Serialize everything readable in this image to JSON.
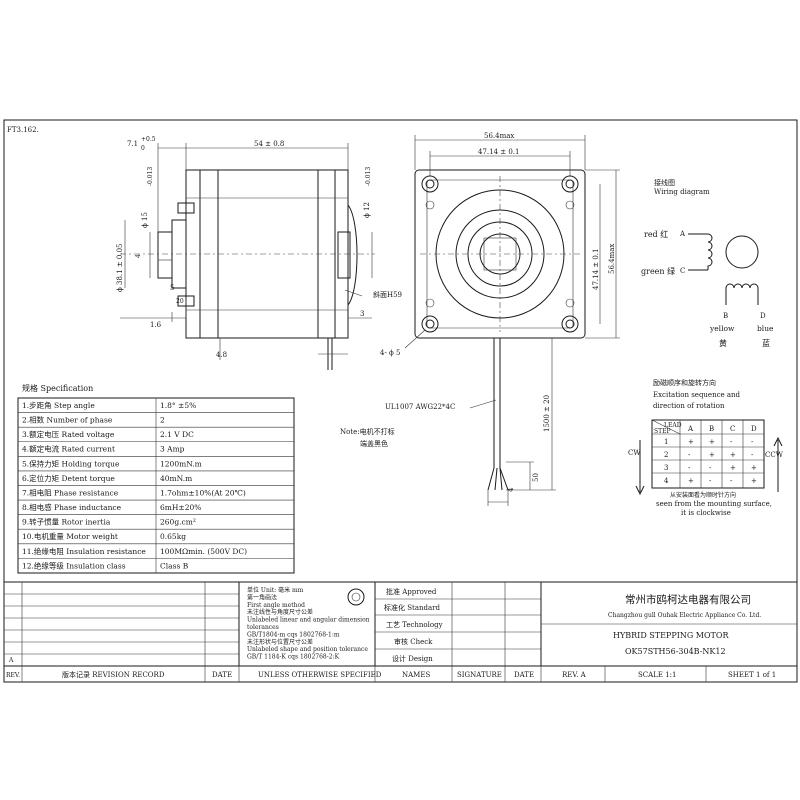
{
  "drawing_id": "FT3.162.",
  "side_view": {
    "dim_flange_thickness": "7.1",
    "dim_flange_tol_upper": "+0.5",
    "dim_flange_tol_lower": "0",
    "dim_body_length": "54 ± 0.8",
    "dim_shaft_dia": "ϕ 15",
    "dim_shaft_dia_tol": "-0.013",
    "dim_boss_dia": "ϕ 38.1 ± 0.05",
    "dim_boss_height": "1.6",
    "dim_key_h": "5",
    "dim_key_w": "4",
    "dim_flat_len": "20",
    "dim_lead_offset": "4.8",
    "dim_shaft_end_dia": "ϕ 12",
    "dim_shaft_end_tol": "-0.013",
    "dim_hole_len": "3",
    "keyway_note": "斜面H59"
  },
  "front_view": {
    "dim_overall": "56.4max",
    "dim_hole_spacing": "47.14 ± 0.1",
    "dim_hole_spacing_v": "47.14 ± 0.1",
    "dim_overall_v": "56.4max",
    "dim_mount_holes": "4- ϕ 5",
    "lead_wire_spec": "UL1007  AWG22*4C",
    "marking_note_1": "Note:电机不打标",
    "marking_note_2": "端盖黑色",
    "dim_lead_length": "1500 ± 20",
    "dim_strip_len": "50",
    "dim_strip_end": "4"
  },
  "wiring": {
    "title_cn": "接线图",
    "title_en": "Wiring diagram",
    "red_label": "red 红",
    "red_terminal": "A",
    "green_label": "green 绿",
    "green_terminal": "C",
    "yellow_terminal": "B",
    "blue_terminal": "D",
    "yellow_en": "yellow",
    "blue_en": "blue",
    "yellow_cn": "黄",
    "blue_cn": "蓝"
  },
  "excitation": {
    "title_cn": "励磁顺序和旋转方向",
    "title_en_1": "Excitation sequence and",
    "title_en_2": "direction of rotation",
    "header_lead": "LEAD",
    "header_step": "STEP",
    "columns": [
      "A",
      "B",
      "C",
      "D"
    ],
    "rows": [
      {
        "step": "1",
        "cells": [
          "+",
          "+",
          "-",
          "-"
        ]
      },
      {
        "step": "2",
        "cells": [
          "-",
          "+",
          "+",
          "-"
        ]
      },
      {
        "step": "3",
        "cells": [
          "-",
          "-",
          "+",
          "+"
        ]
      },
      {
        "step": "4",
        "cells": [
          "+",
          "-",
          "-",
          "+"
        ]
      }
    ],
    "cw_label": "CW",
    "ccw_label": "CCW",
    "note_cn": "从安装面看为顺时针方向",
    "note_en_1": "seen from the mounting surface,",
    "note_en_2": "it is clockwise"
  },
  "spec_table": {
    "title": "规格 Specification",
    "rows": [
      {
        "param": "1.步距角 Step angle",
        "value": "1.8° ±5%"
      },
      {
        "param": "2.相数 Number of phase",
        "value": "2"
      },
      {
        "param": "3.额定电压 Rated voltage",
        "value": "2.1 V DC"
      },
      {
        "param": "4.额定电流 Rated current",
        "value": "3 Amp"
      },
      {
        "param": "5.保持力矩 Holding torque",
        "value": "1200mN.m"
      },
      {
        "param": "6.定位力矩 Detent torque",
        "value": "40mN.m"
      },
      {
        "param": "7.相电阻 Phase resistance",
        "value": "1.7ohm±10%(At 20℃)"
      },
      {
        "param": "8.相电感 Phase inductance",
        "value": "6mH±20%"
      },
      {
        "param": "9.转子惯量 Rotor inertia",
        "value": "260g.cm²"
      },
      {
        "param": "10.电机重量 Motor weight",
        "value": "0.65kg"
      },
      {
        "param": "11.绝缘电阻 Insulation resistance",
        "value": "100MΩmin. (500V DC)"
      },
      {
        "param": "12.绝缘等级 Insulation class",
        "value": "Class B"
      }
    ]
  },
  "title_block": {
    "rev_a": "A",
    "unit_note_lines": [
      "单位 Unit: 毫米 mm",
      "第一角画法",
      "First angle method",
      "未注线性与角度尺寸公差",
      "Unlabeled linear and angular dimension",
      "tolerances",
      "GB/T1804-m  cqs 1802768-1:m",
      "未注形状与位置尺寸公差",
      "Unlabeled shape and position tolerance",
      "GB/T 1184-K  cqs 1802768-2:K"
    ],
    "approved": "批准 Approved",
    "standard": "标准化 Standard",
    "technology": "工艺 Technology",
    "check": "审核 Check",
    "design": "设计 Design",
    "company_cn": "常州市鸥柯达电器有限公司",
    "company_en": "Changzhou gull Ouhak Electric Appliance Co. Ltd.",
    "product": "HYBRID STEPPING MOTOR",
    "part_number": "OK57STH56-304B-NK12",
    "footer": {
      "rev": "REV.",
      "revision_record": "版本记录 REVISION RECORD",
      "date": "DATE",
      "unless": "UNLESS OTHERWISE SPECIFIED",
      "names": "NAMES",
      "signature": "SIGNATURE",
      "date2": "DATE",
      "rev_a": "REV. A",
      "scale": "SCALE 1:1",
      "sheet": "SHEET 1 of 1"
    }
  }
}
